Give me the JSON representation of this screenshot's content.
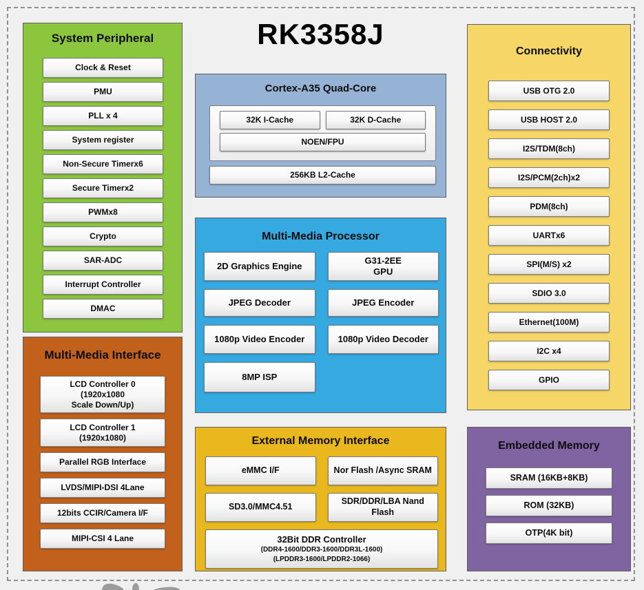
{
  "soc_title": "RK3358J",
  "colors": {
    "system_peripheral": "#8CC63F",
    "multimedia_interface": "#C2611B",
    "cortex": "#96B3D6",
    "multimedia_processor": "#36A9E1",
    "external_memory": "#E9B81E",
    "connectivity": "#F6D667",
    "embedded_memory": "#8064A2"
  },
  "system_peripheral": {
    "title": "System Peripheral",
    "items": [
      "Clock & Reset",
      "PMU",
      "PLL x 4",
      "System register",
      "Non-Secure Timerx6",
      "Secure Timerx2",
      "PWMx8",
      "Crypto",
      "SAR-ADC",
      "Interrupt Controller",
      "DMAC"
    ]
  },
  "multimedia_interface": {
    "title": "Multi-Media Interface",
    "items": [
      "LCD Controller 0\n(1920x1080\nScale Down/Up)",
      "LCD Controller 1\n(1920x1080)",
      "Parallel RGB Interface",
      "LVDS/MIPI-DSI 4Lane",
      "12bits CCIR/Camera I/F",
      "MIPI-CSI 4 Lane"
    ]
  },
  "cortex": {
    "title": "Cortex-A35 Quad-Core",
    "icache": "32K I-Cache",
    "dcache": "32K D-Cache",
    "fpu": "NOEN/FPU",
    "l2": "256KB L2-Cache"
  },
  "multimedia_processor": {
    "title": "Multi-Media Processor",
    "cells": [
      "2D Graphics Engine",
      "G31-2EE\nGPU",
      "JPEG Decoder",
      "JPEG Encoder",
      "1080p Video Encoder",
      "1080p Video Decoder",
      "8MP ISP"
    ]
  },
  "external_memory": {
    "title": "External Memory Interface",
    "emmc": "eMMC I/F",
    "nor": "Nor Flash /Async SRAM",
    "sd": "SD3.0/MMC4.51",
    "nand": "SDR/DDR/LBA Nand\nFlash",
    "ddr_title": "32Bit DDR Controller",
    "ddr_line1": "(DDR4-1600/DDR3-1600/DDR3L-1600)",
    "ddr_line2": "(LPDDR3-1600/LPDDR2-1066)"
  },
  "connectivity": {
    "title": "Connectivity",
    "items": [
      "USB OTG 2.0",
      "USB HOST 2.0",
      "I2S/TDM(8ch)",
      "I2S/PCM(2ch)x2",
      "PDM(8ch)",
      "UARTx6",
      "SPI(M/S) x2",
      "SDIO 3.0",
      "Ethernet(100M)",
      "I2C x4",
      "GPIO"
    ]
  },
  "embedded_memory": {
    "title": "Embedded Memory",
    "items": [
      "SRAM (16KB+8KB)",
      "ROM (32KB)",
      "OTP(4K bit)"
    ]
  }
}
